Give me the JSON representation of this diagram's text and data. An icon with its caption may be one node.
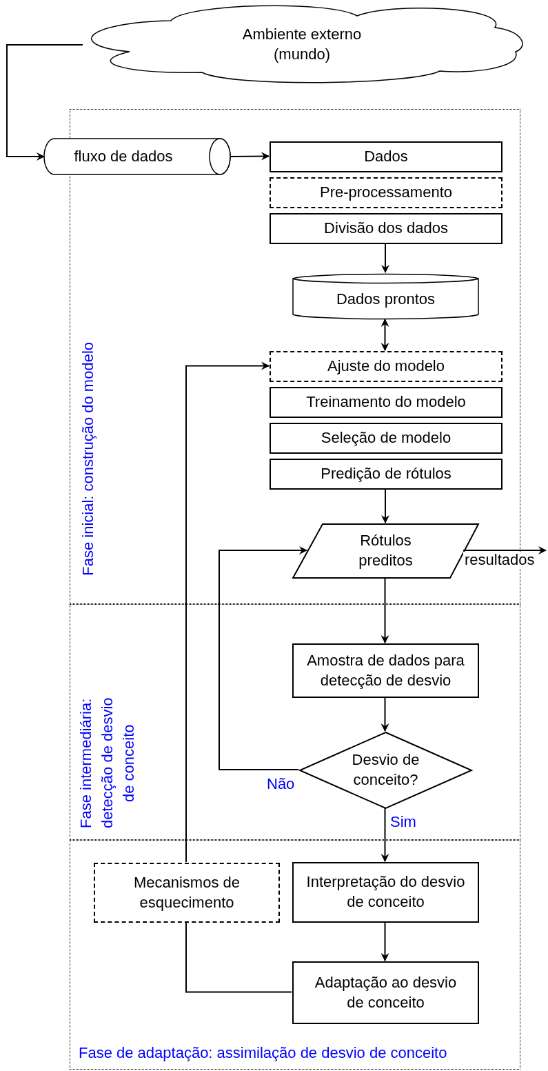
{
  "diagram": {
    "nodes": [
      {
        "text": [
          "Ambiente externo (mundo)"
        ]
      },
      {
        "text": [
          "Fase inicial: construção do modelo"
        ]
      },
      {
        "text": [
          "fluxo de dados"
        ]
      },
      {
        "text": [
          "Dados"
        ],
        "in": 1
      },
      {
        "text": [
          "Pre-processamento"
        ],
        "in": 1
      },
      {
        "text": [
          "Divisão dos dados"
        ],
        "in": 1
      },
      {
        "text": [
          "Dados prontos"
        ],
        "in": 1
      },
      {
        "text": [
          "Ajuste do modelo"
        ],
        "in": 1
      },
      {
        "text": [
          "Treinamento do modelo"
        ],
        "in": 1
      },
      {
        "text": [
          "Seleção de modelo"
        ],
        "in": 1
      },
      {
        "text": [
          "Predição de rótulos"
        ],
        "in": 1
      },
      {
        "text": [
          "Rótulos preditos"
        ],
        "in": 1
      },
      {
        "text": [
          "Fase intermediária: detecção de desvio de conceito"
        ]
      },
      {
        "text": [
          "Amostra de dados para detecção de desvio"
        ],
        "in": 12
      },
      {
        "text": [
          "Desvio de conceito?"
        ],
        "in": 12
      },
      {
        "text": [
          "Fase de adaptação: assimilação de desvio de conceito"
        ]
      },
      {
        "text": [
          "Mecanismos de esquecimento"
        ],
        "in": 15
      },
      {
        "text": [
          "Interpretação do desvio de conceito"
        ],
        "in": 15
      },
      {
        "text": [
          "Adaptação ao desvio de conceito"
        ],
        "in": 15
      }
    ],
    "edges": [
      {
        "from": 0,
        "to": 2,
        "arrow": "to"
      },
      {
        "from": 2,
        "to": 3,
        "arrow": "to"
      },
      {
        "from": 5,
        "to": 6,
        "arrow": "to"
      },
      {
        "from": 6,
        "to": 7,
        "arrow": "both"
      },
      {
        "from": 10,
        "to": 11,
        "arrow": "to"
      },
      {
        "from": 11,
        "to": null,
        "arrow": "to",
        "label": "resultados"
      },
      {
        "from": 11,
        "to": 13,
        "arrow": "to"
      },
      {
        "from": 13,
        "to": 14,
        "arrow": "to"
      },
      {
        "from": 14,
        "to": 11,
        "arrow": "to",
        "label": "Não"
      },
      {
        "from": 14,
        "to": 17,
        "arrow": "to",
        "label": "Sim"
      },
      {
        "from": 17,
        "to": 18,
        "arrow": "to"
      },
      {
        "from": 18,
        "to": 16,
        "arrow": "none"
      },
      {
        "from": 16,
        "to": 7,
        "arrow": "to"
      }
    ]
  }
}
